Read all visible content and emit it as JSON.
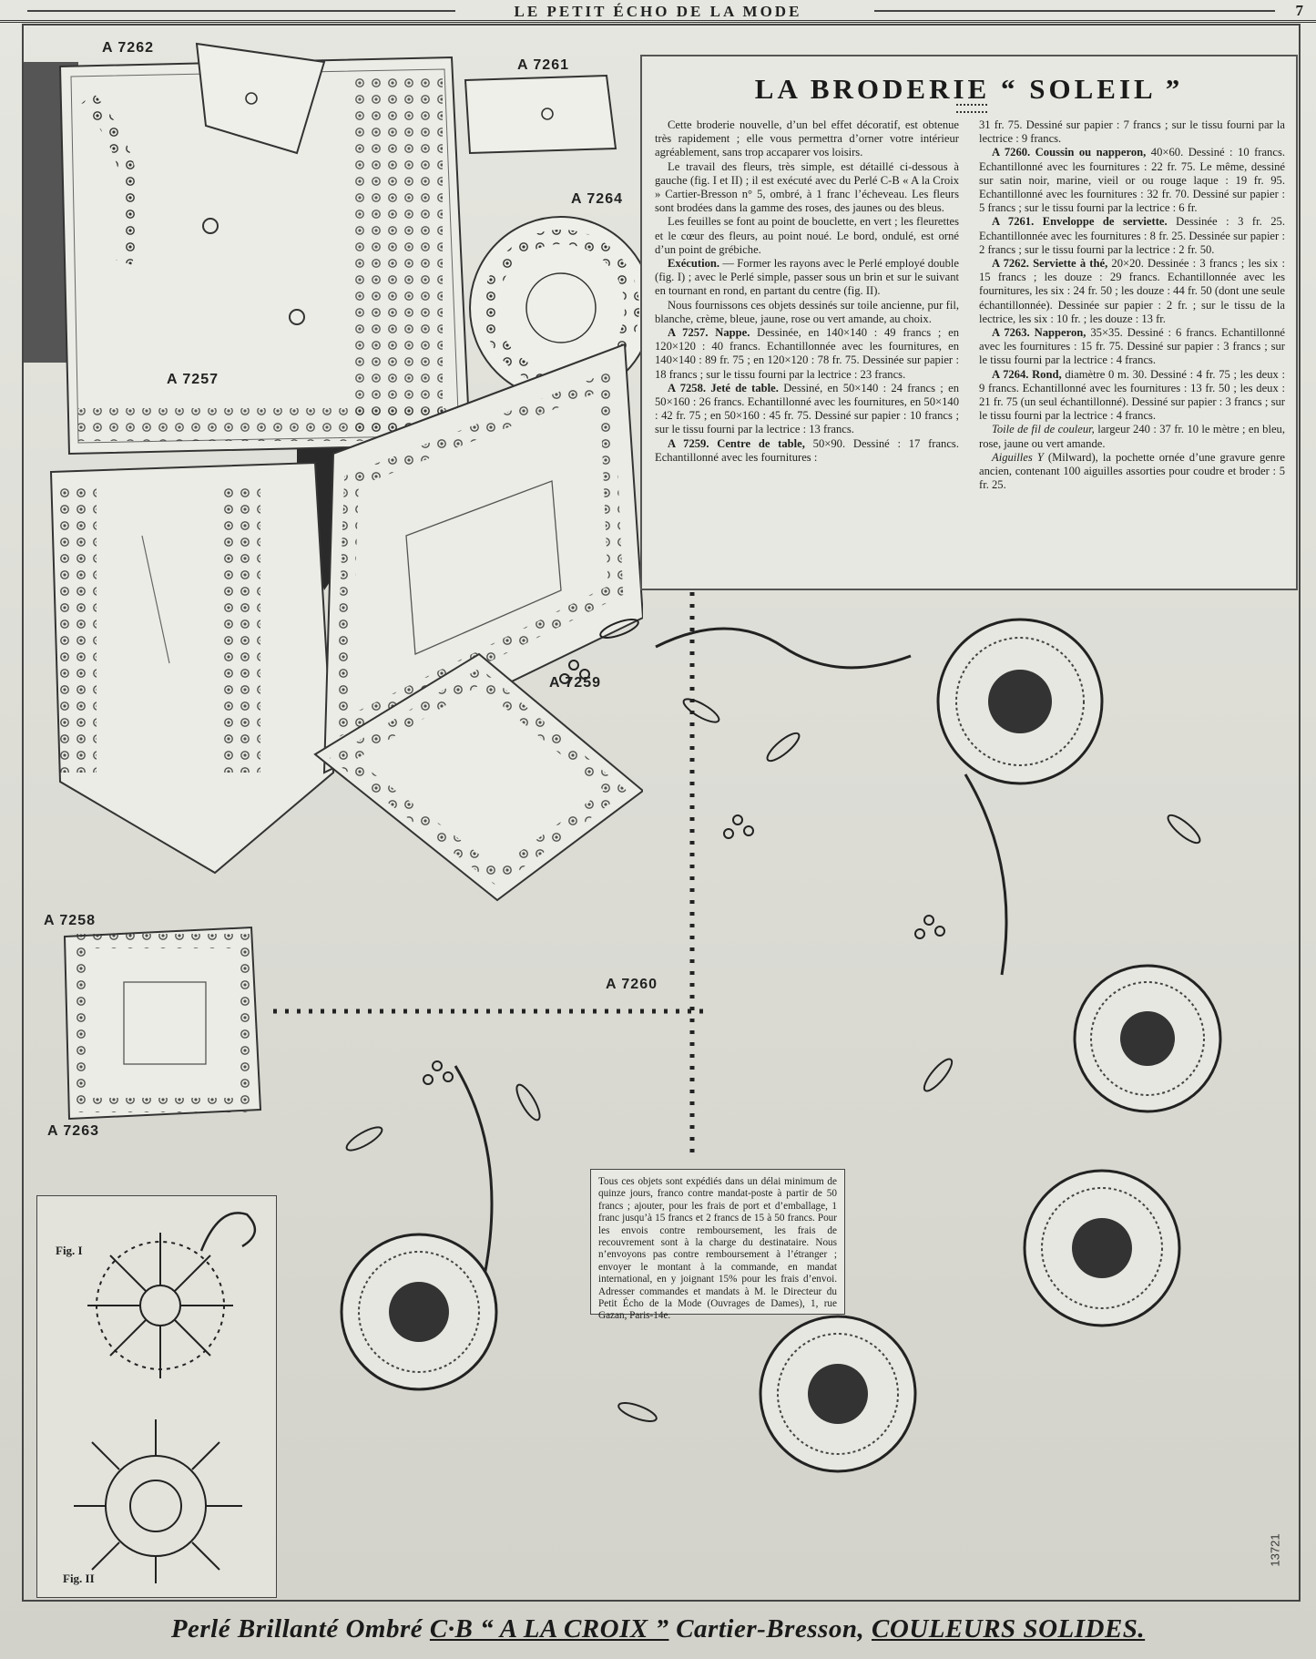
{
  "header": {
    "title": "LE PETIT ÉCHO DE LA MODE",
    "page_number": "7"
  },
  "labels": {
    "a7262": "A 7262",
    "a7261": "A 7261",
    "a7264": "A 7264",
    "a7257": "A 7257",
    "a7259": "A 7259",
    "a7258": "A 7258",
    "a7260": "A 7260",
    "a7263": "A 7263",
    "fig1": "Fig. I",
    "fig2": "Fig. II"
  },
  "article": {
    "title": "LA BRODERIE “ SOLEIL ”",
    "p1": "Cette broderie nouvelle, d’un bel effet décoratif, est obtenue très rapidement ; elle vous permettra d’orner votre intérieur agréablement, sans trop accaparer vos loisirs.",
    "p2": "Le travail des fleurs, très simple, est détaillé ci-dessous à gauche (fig. I et II) ; il est exécuté avec du Perlé C-B « A la Croix » Cartier-Bresson n° 5, ombré, à 1 franc l’écheveau. Les fleurs sont brodées dans la gamme des roses, des jaunes ou des bleus.",
    "p3": "Les feuilles se font au point de bouclette, en vert ; les fleurettes et le cœur des fleurs, au point noué. Le bord, ondulé, est orné d’un point de grébiche.",
    "p4_ref": "Exécution.",
    "p4": " — Former les rayons avec le Perlé employé double (fig. I) ; avec le Perlé simple, passer sous un brin et sur le suivant en tournant en rond, en partant du centre (fig. II).",
    "p5": "Nous fournissons ces objets dessinés sur toile ancienne, pur fil, blanche, crème, bleue, jaune, rose ou vert amande, au choix.",
    "p6_ref": "A 7257. Nappe.",
    "p6": " Dessinée, en 140×140 : 49 francs ; en 120×120 : 40 francs. Echantillonnée avec les fournitures, en 140×140 : 89 fr. 75 ; en 120×120 : 78 fr. 75. Dessinée sur papier : 18 francs ; sur le tissu fourni par la lectrice : 23 francs.",
    "p7_ref": "A 7258. Jeté de table.",
    "p7": " Dessiné, en 50×140 : 24 francs ; en 50×160 : 26 francs. Echantillonné avec les fournitures, en 50×140 : 42 fr. 75 ; en 50×160 : 45 fr. 75. Dessiné sur papier : 10 francs ; sur le tissu fourni par la lectrice : 13 francs.",
    "p8_ref": "A 7259. Centre de table,",
    "p8": " 50×90. Dessiné : 17 francs. Echantillonné avec les fournitures :",
    "q1": "31 fr. 75. Dessiné sur papier : 7 francs ; sur le tissu fourni par la lectrice : 9 francs.",
    "q2_ref": "A 7260. Coussin ou napperon,",
    "q2": " 40×60. Dessiné : 10 francs. Echantillonné avec les fournitures : 22 fr. 75. Le même, dessiné sur satin noir, marine, vieil or ou rouge laque : 19 fr. 95. Echantillonné avec les fournitures : 32 fr. 70. Dessiné sur papier : 5 francs ; sur le tissu fourni par la lectrice : 6 fr.",
    "q3_ref": "A 7261. Enveloppe de serviette.",
    "q3": " Dessinée : 3 fr. 25. Echantillonnée avec les fournitures : 8 fr. 25. Dessinée sur papier : 2 francs ; sur le tissu fourni par la lectrice : 2 fr. 50.",
    "q4_ref": "A 7262. Serviette à thé,",
    "q4": " 20×20. Dessinée : 3 francs ; les six : 15 francs ; les douze : 29 francs. Echantillonnée avec les fournitures, les six : 24 fr. 50 ; les douze : 44 fr. 50 (dont une seule échantillonnée). Dessinée sur papier : 2 fr. ; sur le tissu de la lectrice, les six : 10 fr. ; les douze : 13 fr.",
    "q5_ref": "A 7263. Napperon,",
    "q5": " 35×35. Dessiné : 6 francs. Echantillonné avec les fournitures : 15 fr. 75. Dessiné sur papier : 3 francs ; sur le tissu fourni par la lectrice : 4 francs.",
    "q6_ref": "A 7264. Rond,",
    "q6": " diamètre 0 m. 30. Dessiné : 4 fr. 75 ; les deux : 9 francs. Echantillonné avec les fournitures : 13 fr. 50 ; les deux : 21 fr. 75 (un seul échantillonné). Dessiné sur papier : 3 francs ; sur le tissu fourni par la lectrice : 4 francs.",
    "q7_ref": "Toile de fil de couleur,",
    "q7": " largeur 240 : 37 fr. 10 le mètre ; en bleu, rose, jaune ou vert amande.",
    "q8_ref": "Aiguilles Y",
    "q8": " (Milward), la pochette ornée d’une gravure genre ancien, contenant 100 aiguilles assorties pour coudre et broder : 5 fr. 25."
  },
  "notice": "Tous ces objets sont expédiés dans un délai minimum de quinze jours, franco contre mandat-poste à partir de 50 francs ; ajouter, pour les frais de port et d’emballage, 1 franc jusqu’à 15 francs et 2 francs de 15 à 50 francs. Pour les envois contre remboursement, les frais de recouvrement sont à la charge du destinataire. Nous n’envoyons pas contre remboursement à l’étranger ; envoyer le montant à la commande, en mandat international, en y joignant 15% pour les frais d’envoi. Adresser commandes et mandats à M. le Directeur du Petit Écho de la Mode (Ouvrages de Dames), 1, rue Gazan, Paris-14e.",
  "footer": {
    "part1": "Perlé Brillanté Ombré ",
    "part2": "C·B “ A LA CROIX ”",
    "part3": " Cartier-Bresson, ",
    "part4": "COULEURS SOLIDES."
  },
  "side_number": "13721"
}
